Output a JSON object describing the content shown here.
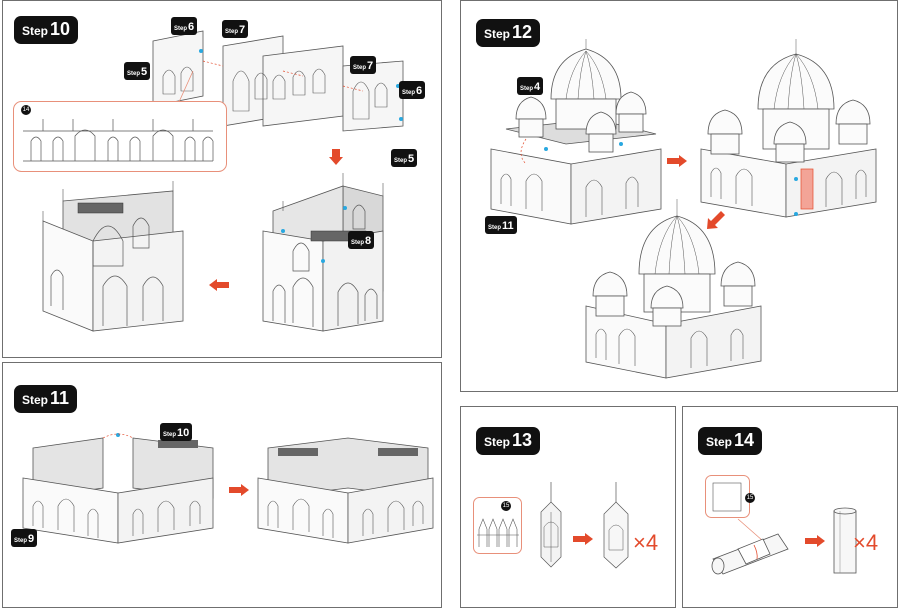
{
  "steps": {
    "s10": {
      "word": "Step",
      "num": "10"
    },
    "s11": {
      "word": "Step",
      "num": "11"
    },
    "s12": {
      "word": "Step",
      "num": "12"
    },
    "s13": {
      "word": "Step",
      "num": "13"
    },
    "s14": {
      "word": "Step",
      "num": "14"
    }
  },
  "tags": {
    "t6a": {
      "word": "Step",
      "num": "6"
    },
    "t7a": {
      "word": "Step",
      "num": "7"
    },
    "t5a": {
      "word": "Step",
      "num": "5"
    },
    "t7b": {
      "word": "Step",
      "num": "7"
    },
    "t6b": {
      "word": "Step",
      "num": "6"
    },
    "t5b": {
      "word": "Step",
      "num": "5"
    },
    "t8": {
      "word": "Step",
      "num": "8"
    },
    "t10": {
      "word": "Step",
      "num": "10"
    },
    "t9": {
      "word": "Step",
      "num": "9"
    },
    "t4": {
      "word": "Step",
      "num": "4"
    },
    "t11": {
      "word": "Step",
      "num": "11"
    }
  },
  "parts": {
    "p14": "14",
    "p15a": "15",
    "p15b": "15"
  },
  "multipliers": {
    "m13": "×4",
    "m14": "×4"
  },
  "colors": {
    "arrow": "#e34a2b",
    "outline": "#555555",
    "dot": "#29a8e0",
    "badge": "#111111"
  }
}
